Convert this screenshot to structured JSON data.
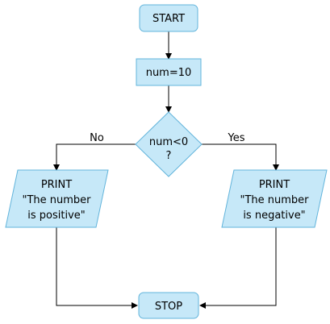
{
  "diagram": {
    "nodes": {
      "start": {
        "label": "START"
      },
      "assign": {
        "label": "num=10"
      },
      "decision": {
        "line1": "num<0",
        "line2": "?"
      },
      "print_positive": {
        "line1": "PRINT",
        "line2": "\"The number",
        "line3": "is positive\""
      },
      "print_negative": {
        "line1": "PRINT",
        "line2": "\"The number",
        "line3": "is negative\""
      },
      "stop": {
        "label": "STOP"
      }
    },
    "edges": {
      "no_label": "No",
      "yes_label": "Yes"
    },
    "colors": {
      "node_fill": "#c6e8f8",
      "node_stroke": "#62b4db",
      "line": "#000000"
    }
  }
}
